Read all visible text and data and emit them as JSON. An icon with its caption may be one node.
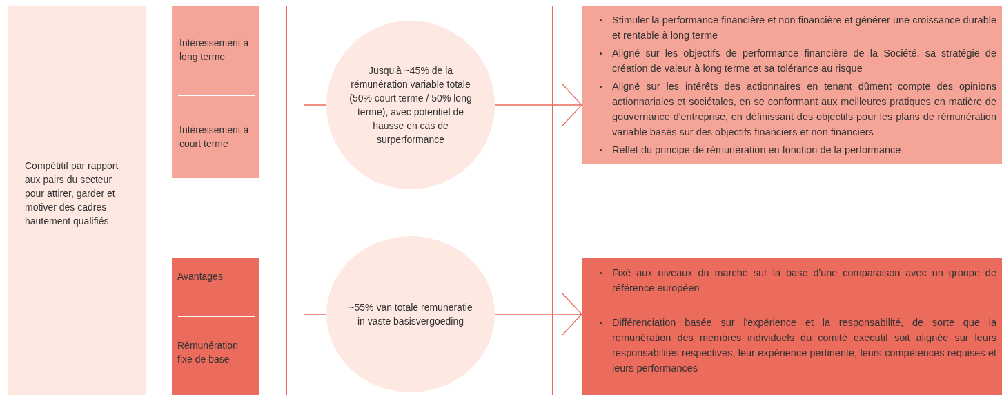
{
  "diagram": {
    "nodes": [
      {
        "text": [
          "Compétitif par rapport aux pairs du secteur pour attirer, garder et motiver des cadres hautement qualifiés"
        ]
      },
      {
        "text": [
          "Intéressement à long terme",
          "Intéressement à court terme"
        ]
      },
      {
        "text": [
          "Avantages",
          "Rémunération fixe de base"
        ]
      },
      {
        "text": [
          "Jusqu'à ~45% de la rémunération variable totale (50% court terme / 50% long terme), avec potentiel de hausse en cas de surperformance"
        ]
      },
      {
        "text": [
          "Stimuler la performance financière et non financière et générer une croissance durable et rentable à long terme",
          "Aligné sur les objectifs de performance financière de la Société, sa stratégie de création de valeur à long terme et sa tolérance au risque",
          "Aligné sur les intérêts des actionnaires en tenant dûment compte des opinions actionnariales et sociétales, en se conformant aux meilleures pratiques en matière de gouvernance d'entreprise, en définissant des objectifs pour les plans de rémunération variable basés sur des objectifs financiers et non financiers",
          "Reflet du principe de rémunération en fonction de la performance"
        ]
      },
      {
        "text": [
          "~55% van totale remuneratie in vaste basisvergoeding"
        ]
      },
      {
        "text": [
          "Fixé aux niveaux du marché sur la base d'une comparaison avec un groupe de référence européen",
          "Différenciation basée sur l'expérience et la responsabilité, de sorte que la rémunération des membres individuels du comité exécutif soit alignée sur leurs responsabilités respectives, leur expérience pertinente, leurs compétences requises et leurs performances"
        ]
      }
    ],
    "edges": [
      {
        "from": null,
        "to": 3,
        "arrow": "none"
      },
      {
        "from": 3,
        "to": 4,
        "arrow": "to"
      },
      {
        "from": null,
        "to": 5,
        "arrow": "none"
      },
      {
        "from": 5,
        "to": 6,
        "arrow": "to"
      }
    ]
  }
}
